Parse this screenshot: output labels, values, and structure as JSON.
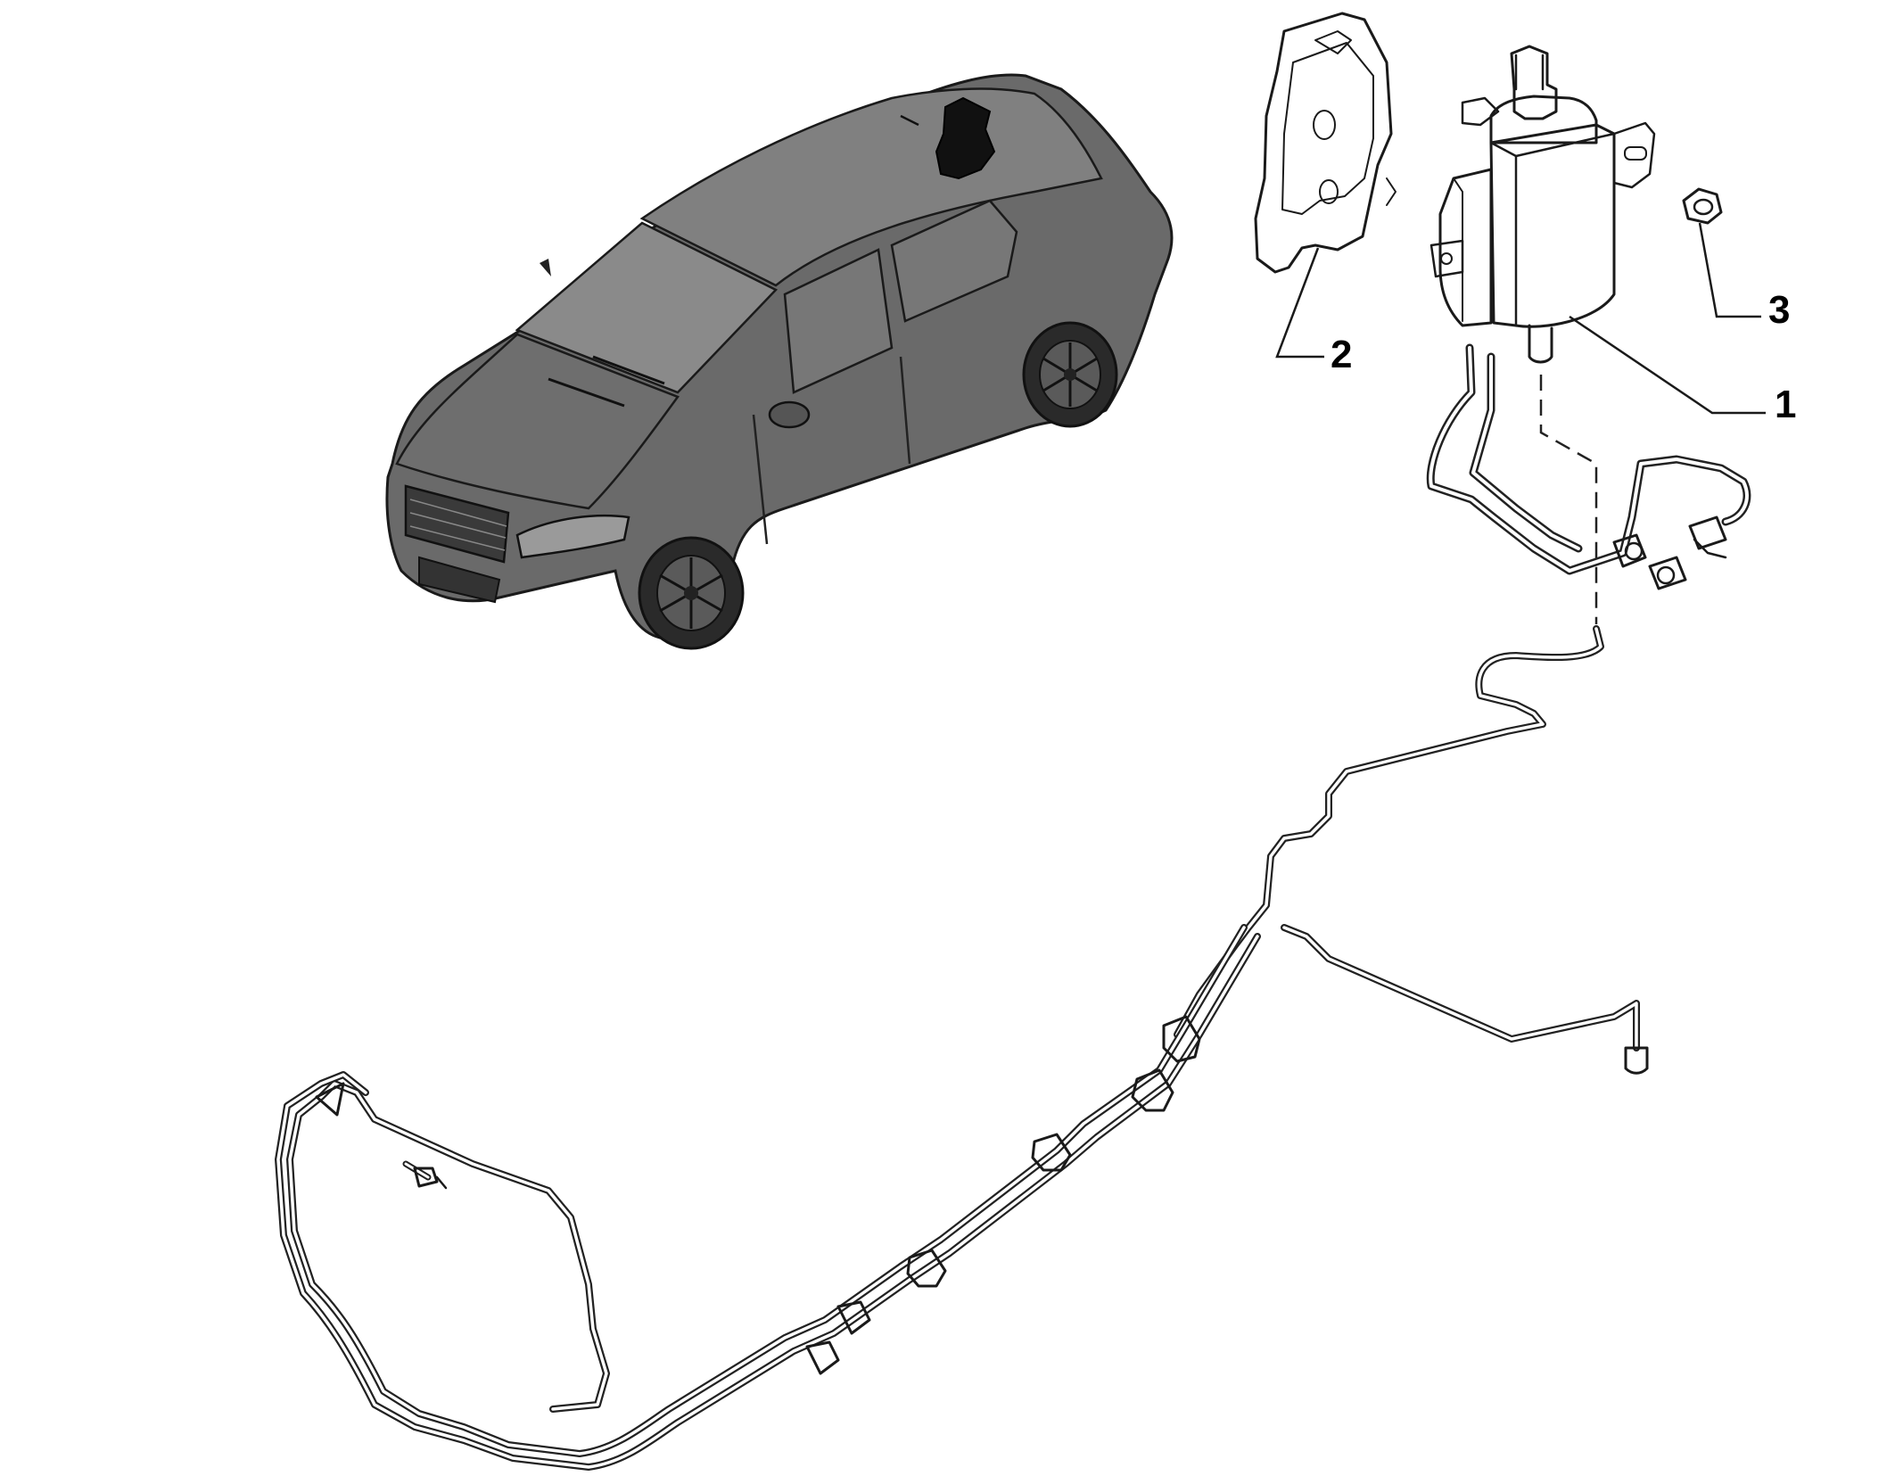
{
  "diagram": {
    "callouts": [
      {
        "id": "1",
        "label": "1"
      },
      {
        "id": "2",
        "label": "2"
      },
      {
        "id": "3",
        "label": "3"
      }
    ],
    "colors": {
      "background": "#ffffff",
      "line": "#1a1a1a",
      "car_shading": "#5f5f5f",
      "highlight": "#111111"
    },
    "icons": {
      "vehicle": "sedan-car-icon",
      "canister": "fuel-vapour-canister",
      "shield": "heat-shield",
      "nut": "hex-nut"
    }
  }
}
